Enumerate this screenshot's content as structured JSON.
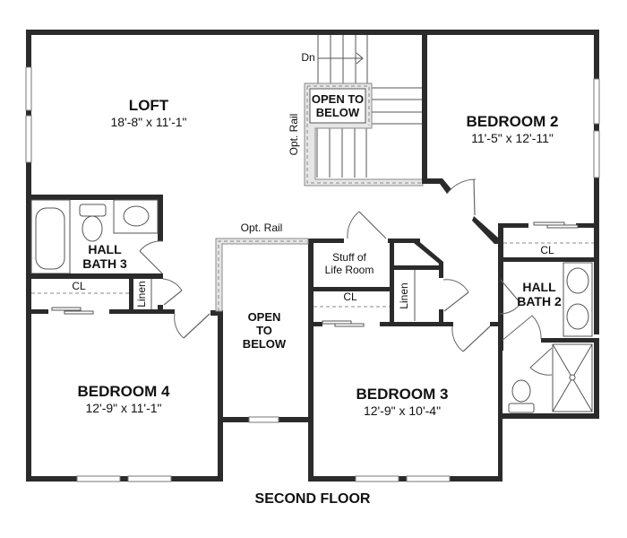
{
  "plan": {
    "title": "SECOND FLOOR"
  },
  "rooms": {
    "loft": {
      "name": "LOFT",
      "dims": "18'-8\" x 11'-1\""
    },
    "bedroom2": {
      "name": "BEDROOM 2",
      "dims": "11'-5\" x 12'-11\""
    },
    "bedroom3": {
      "name": "BEDROOM 3",
      "dims": "12'-9\" x 10'-4\""
    },
    "bedroom4": {
      "name": "BEDROOM 4",
      "dims": "12'-9\" x 11'-1\""
    },
    "hall_bath_3": {
      "line1": "HALL",
      "line2": "BATH 3"
    },
    "hall_bath_2": {
      "line1": "HALL",
      "line2": "BATH 2"
    },
    "stuff_of_life": {
      "line1": "Stuff of",
      "line2": "Life Room"
    },
    "open_to_below_stairs": {
      "line1": "OPEN TO",
      "line2": "BELOW"
    },
    "open_to_below_center": {
      "line1": "OPEN",
      "line2": "TO",
      "line3": "BELOW"
    }
  },
  "annotations": {
    "stairs_down": "Dn",
    "opt_rail_stairs": "Opt. Rail",
    "opt_rail_center": "Opt. Rail",
    "closet_bed4": "CL",
    "closet_bed3": "CL",
    "closet_bed2": "CL",
    "linen_left": "Linen",
    "linen_right": "Linen"
  },
  "colors": {
    "wall": "#2b2b2b",
    "background": "#ffffff",
    "rail": "#888888"
  }
}
